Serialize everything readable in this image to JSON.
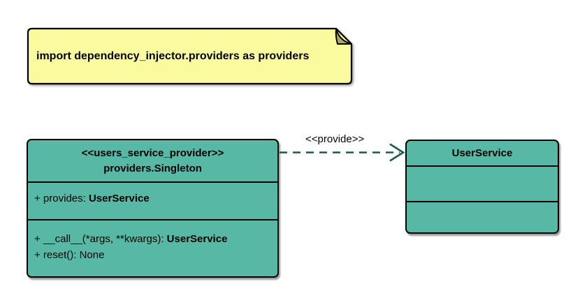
{
  "note": {
    "text": "import dependency_injector.providers as providers"
  },
  "provider_class": {
    "stereotype": "<<users_service_provider>>",
    "name": "providers.Singleton",
    "attributes": [
      {
        "prefix": "+ provides: ",
        "type": "UserService"
      }
    ],
    "methods": [
      {
        "prefix": "+ __call__(*args, **kwargs): ",
        "type": "UserService"
      },
      {
        "prefix": "+ reset(): None",
        "type": ""
      }
    ]
  },
  "service_class": {
    "name": "UserService"
  },
  "relation": {
    "label": "<<provide>>"
  },
  "colors": {
    "class_fill": "#57B9A5",
    "note_fill": "#FAFA9E",
    "note_fold": "#AEAA55",
    "arrow": "#115E4B",
    "border": "#000000"
  }
}
